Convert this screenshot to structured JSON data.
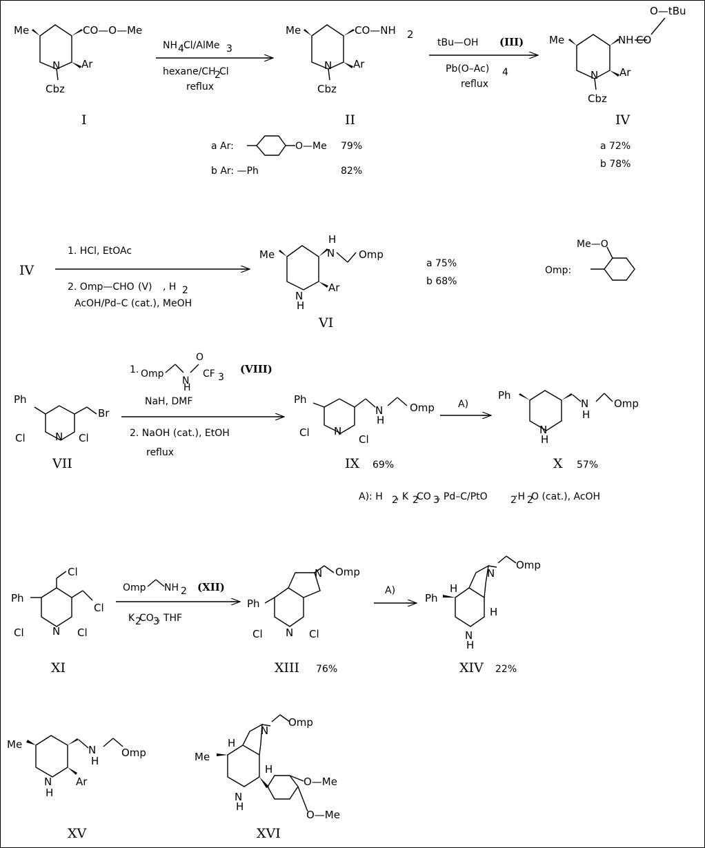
{
  "atoms": {
    "me": "Me",
    "ar": "Ar",
    "ph": "Ph",
    "n": "N",
    "h": "H",
    "cl": "Cl",
    "br": "Br",
    "cbz": "Cbz",
    "omp": "Omp",
    "nh": "NH",
    "co": "CO",
    "co_o_me": "CO—O—Me",
    "co_nh2": "CO—NH",
    "sub2": "2",
    "sub3": "3",
    "sub4": "4",
    "o_tbu": "O—tBu",
    "o_me": "O—Me",
    "me_o": "Me—O",
    "me_o_dash": "Me—"
  },
  "compounds": [
    "I",
    "II",
    "IV",
    "VI",
    "VII",
    "IX",
    "X",
    "XI",
    "XIII",
    "XIV",
    "XV",
    "XVI"
  ],
  "reagents": {
    "r1_top": "NH",
    "r1_top_b": "Cl/AlMe",
    "r1_bot": "hexane/CH",
    "r1_bot_b": "Cl",
    "r1_bot2": "reflux",
    "r2_top": "tBu—OH",
    "r2_top_label": "(III)",
    "r2_bot": "Pb(O–Ac)",
    "r2_bot2": "reflux",
    "r3_top": "1. HCl,   EtOAc",
    "r3_bot": "2. Omp—CHO",
    "r3_bot_label": "(V)",
    "r3_bot_b": ", H",
    "r3_bot2": "AcOH/Pd–C  (cat.), MeOH",
    "r4_top_num": "1.",
    "r4_top": "Omp",
    "r4_cf3": "CF",
    "r4_o": "O",
    "r4_label": "(VIII)",
    "r4_mid": "NaH,    DMF",
    "r4_bot": "2. NaOH  (cat.),  EtOH",
    "r4_bot2": "reflux",
    "r5": "A)",
    "r6_top": "Omp",
    "r6_nh2": "NH",
    "r6_label": "(XII)",
    "r6_bot": "K",
    "r6_bot_b": "CO",
    "r6_bot_c": ",     THF",
    "r7": "A)"
  },
  "footnote": {
    "a": "A):  H",
    "b": ", K",
    "c": "CO",
    "d": ",    Pd–C/PtO",
    "e": "·H",
    "f": "O  (cat.), AcOH"
  },
  "yields": {
    "a_ar_label": "a Ar:",
    "a_ar_ome": "O—Me",
    "a_ii": "79%",
    "b_ar_label": "b Ar: —Ph",
    "b_ii": "82%",
    "a_iv": "a 72%",
    "b_iv": "b 78%",
    "a_vi": "a 75%",
    "b_vi": "b 68%",
    "omp_def": "Omp:",
    "ix": "69%",
    "x": "57%",
    "xiii": "76%",
    "xiv": "22%"
  }
}
